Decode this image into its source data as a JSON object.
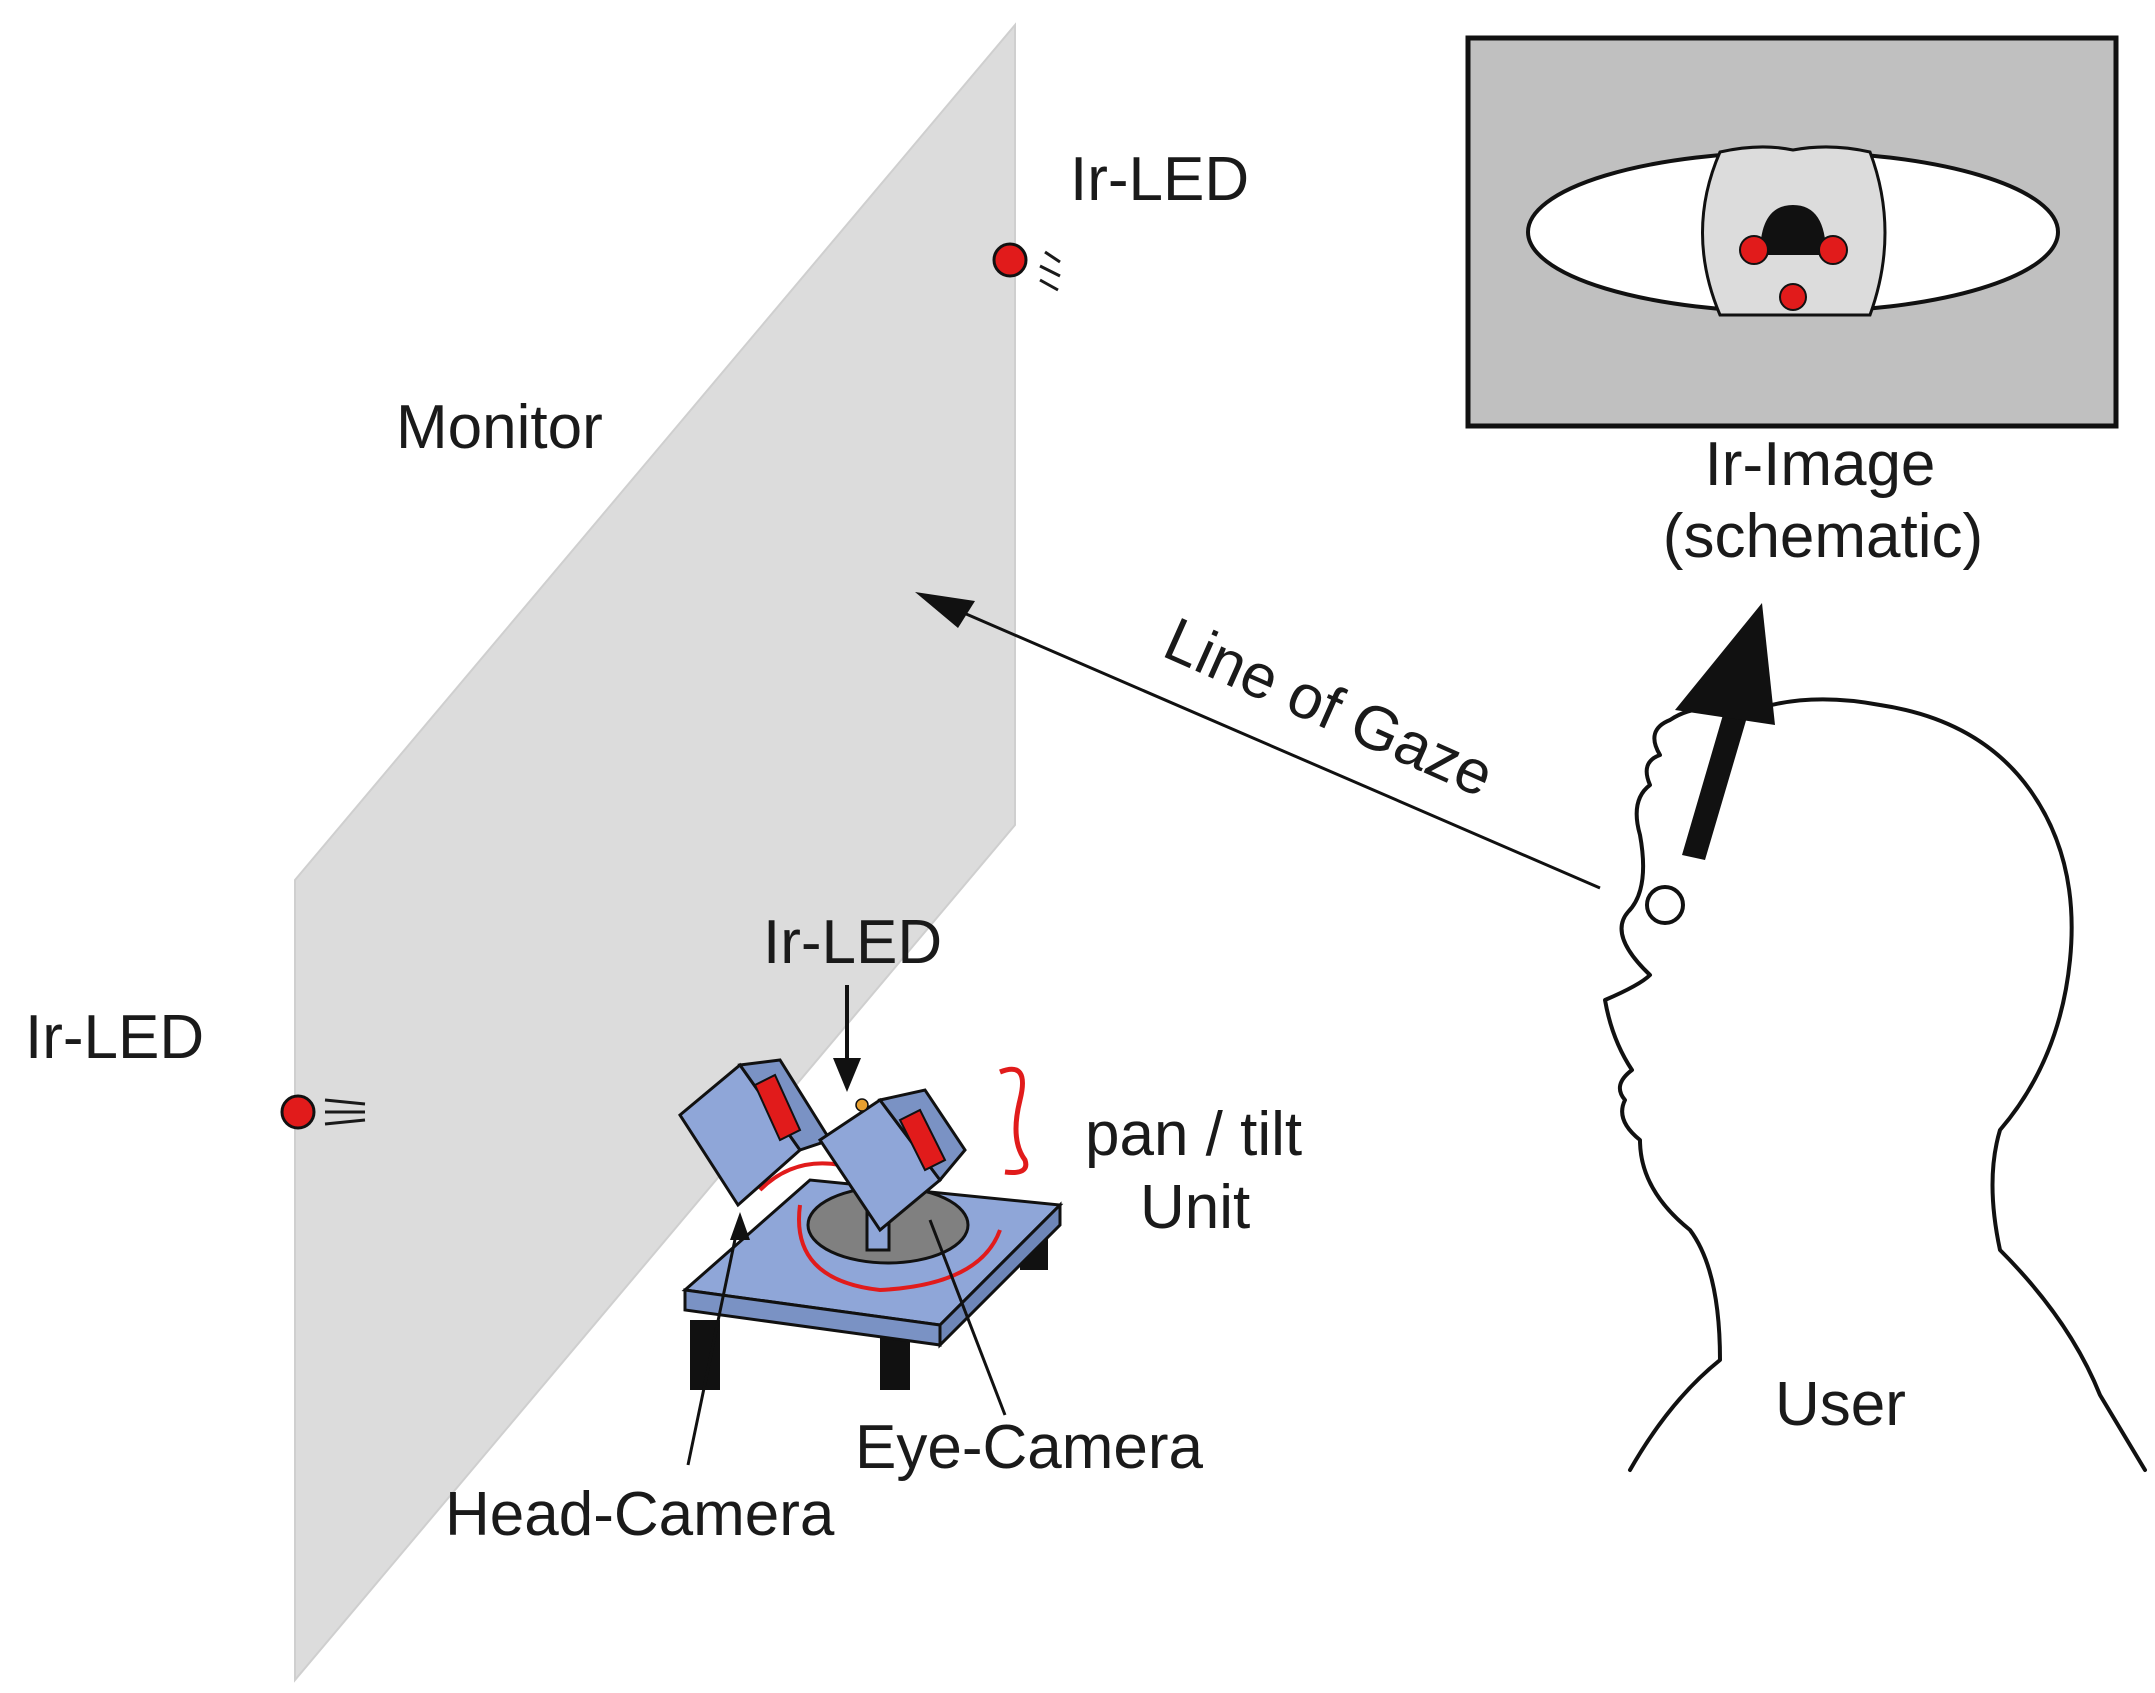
{
  "labels": {
    "monitor": "Monitor",
    "ir_led_top": "Ir-LED",
    "ir_led_left": "Ir-LED",
    "ir_led_center": "Ir-LED",
    "pan_tilt_line1": "pan / tilt",
    "pan_tilt_line2": "Unit",
    "head_camera": "Head-Camera",
    "eye_camera": "Eye-Camera",
    "line_of_gaze": "Line of Gaze",
    "user": "User",
    "ir_image_line1": "Ir-Image",
    "ir_image_line2": "(schematic)"
  },
  "colors": {
    "monitor_fill": "#dcdcdc",
    "ir_image_bg": "#c0c0c0",
    "led_red": "#e11b1b",
    "camera_blue": "#8fa6d8",
    "outline": "#111111"
  }
}
